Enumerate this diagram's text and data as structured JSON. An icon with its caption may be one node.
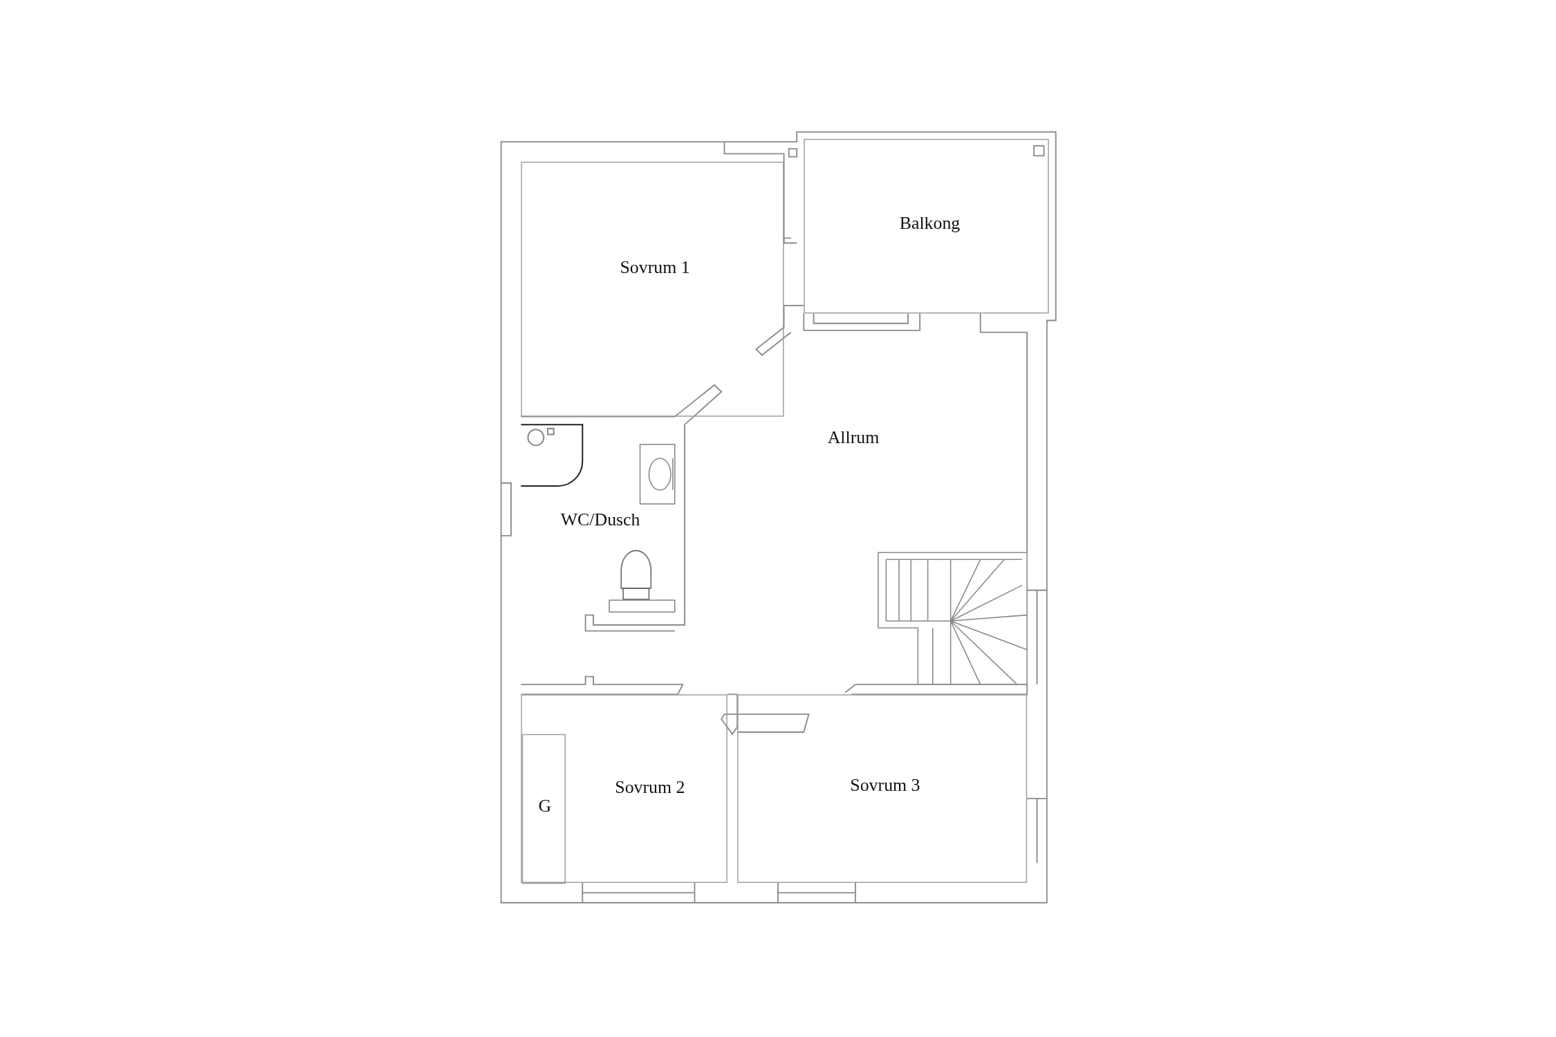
{
  "diagram": {
    "nodes": [
      {
        "text": [
          "Sovrum 1"
        ]
      },
      {
        "text": [
          "Balkong"
        ]
      },
      {
        "text": [
          "Allrum"
        ]
      },
      {
        "text": [
          "WC/Dusch"
        ]
      },
      {
        "text": [
          "Sovrum 2"
        ]
      },
      {
        "text": [
          "G"
        ],
        "in": 4
      },
      {
        "text": [
          "Sovrum 3"
        ]
      }
    ]
  }
}
